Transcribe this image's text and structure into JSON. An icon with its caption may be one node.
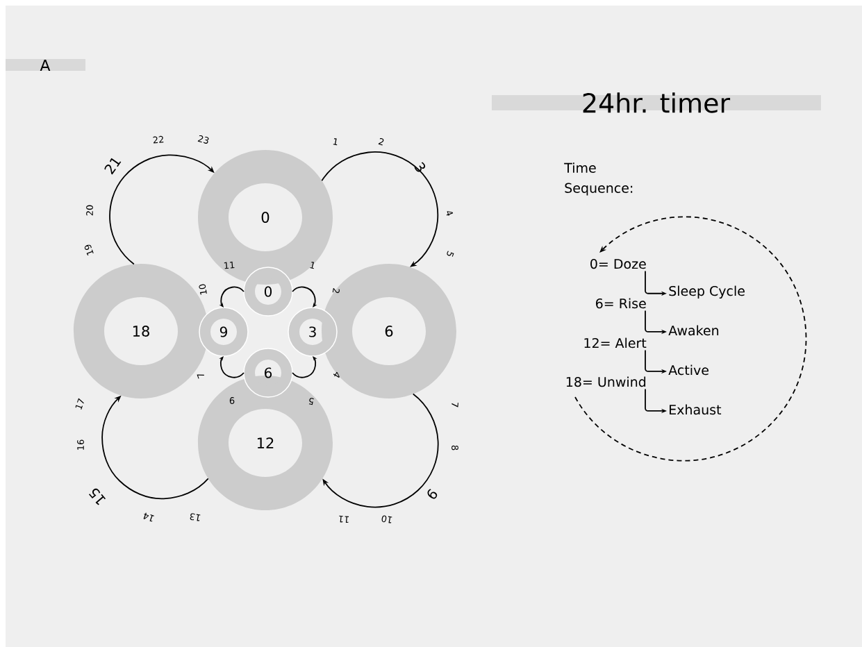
{
  "diagram": {
    "title": "24hr. timer",
    "nodes": [
      {
        "text": [
          "0"
        ]
      },
      {
        "text": [
          "6"
        ]
      },
      {
        "text": [
          "12"
        ]
      },
      {
        "text": [
          "18"
        ]
      },
      {
        "text": [
          "0"
        ]
      },
      {
        "text": [
          "3"
        ]
      },
      {
        "text": [
          "6"
        ]
      },
      {
        "text": [
          "9"
        ]
      },
      {
        "text": [
          "0= Doze"
        ]
      },
      {
        "text": [
          "Sleep Cycle"
        ]
      },
      {
        "text": [
          "6= Rise"
        ]
      },
      {
        "text": [
          "Awaken"
        ]
      },
      {
        "text": [
          "12= Alert"
        ]
      },
      {
        "text": [
          "Active"
        ]
      },
      {
        "text": [
          "18= Unwind"
        ]
      },
      {
        "text": [
          "Exhaust"
        ]
      }
    ],
    "edges": [
      {
        "from": 0,
        "to": 1,
        "arrow": "to"
      },
      {
        "from": 1,
        "to": 2,
        "arrow": "to"
      },
      {
        "from": 2,
        "to": 3,
        "arrow": "to"
      },
      {
        "from": 3,
        "to": 0,
        "arrow": "to"
      },
      {
        "from": 4,
        "to": 5,
        "arrow": "to"
      },
      {
        "from": 6,
        "to": 5,
        "arrow": "to"
      },
      {
        "from": 6,
        "to": 7,
        "arrow": "to"
      },
      {
        "from": 4,
        "to": 7,
        "arrow": "to"
      },
      {
        "from": 14,
        "to": 8,
        "arrow": "to",
        "style": "dashed"
      },
      {
        "from": 8,
        "to": 9,
        "arrow": "to"
      },
      {
        "from": 10,
        "to": 11,
        "arrow": "to"
      },
      {
        "from": 12,
        "to": 13,
        "arrow": "to"
      },
      {
        "from": 14,
        "to": 15,
        "arrow": "to"
      }
    ],
    "labels": [
      "A",
      "Time Sequence:",
      "1",
      "2",
      "3",
      "4",
      "5",
      "7",
      "8",
      "9",
      "10",
      "11",
      "13",
      "14",
      "15",
      "16",
      "17",
      "19",
      "20",
      "21",
      "22",
      "23",
      "1",
      "2",
      "4",
      "5",
      "9",
      "7",
      "10",
      "11"
    ]
  }
}
